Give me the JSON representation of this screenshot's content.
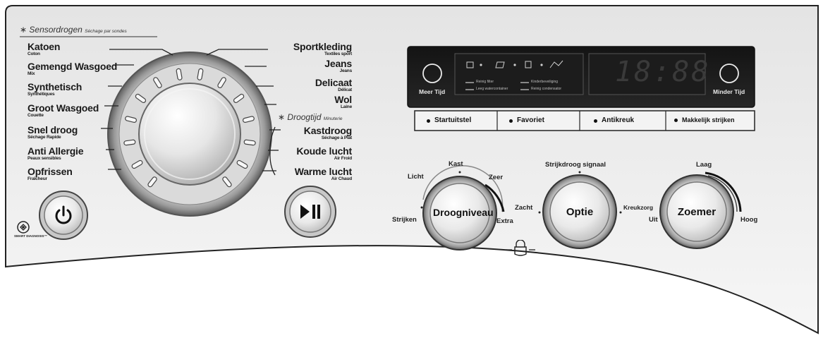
{
  "program_dial": {
    "header": "Sensordrogen",
    "header_sub": "Séchage par sondes",
    "header_star": "∗",
    "timed_header": "Droogtijd",
    "timed_header_sub": "Minuterie",
    "timed_header_star": "∗",
    "programs_left": [
      {
        "label": "Katoen",
        "sub": "Coton"
      },
      {
        "label": "Gemengd Wasgoed",
        "sub": "Mix"
      },
      {
        "label": "Synthetisch",
        "sub": "Synthétiques"
      },
      {
        "label": "Groot Wasgoed",
        "sub": "Couette"
      },
      {
        "label": "Snel droog",
        "sub": "Séchage Rapide"
      },
      {
        "label": "Anti Allergie",
        "sub": "Peaux sensibles"
      },
      {
        "label": "Opfrissen",
        "sub": "Fraîcheur"
      }
    ],
    "programs_right": [
      {
        "label": "Sportkleding",
        "sub": "Textiles sport"
      },
      {
        "label": "Jeans",
        "sub": "Jeans"
      },
      {
        "label": "Delicaat",
        "sub": "Délicat"
      },
      {
        "label": "Wol",
        "sub": "Laine"
      },
      {
        "label": "Kastdroog",
        "sub": "Séchage à Plat"
      },
      {
        "label": "Koude lucht",
        "sub": "Air Froid"
      },
      {
        "label": "Warme lucht",
        "sub": "Air Chaud"
      }
    ]
  },
  "power_button": {
    "icon": "power-icon"
  },
  "smart_diagnosis": {
    "label": "SMART DIAGNOSIS™",
    "icon": "smart-diagnosis-icon"
  },
  "start_pause_button": {
    "icon": "play-pause-icon"
  },
  "display": {
    "more_time_label": "Meer Tijd",
    "less_time_label": "Minder Tijd",
    "time": "18:88",
    "indicators": [
      "Reinig filter",
      "Kinderbeveiliging",
      "Leeg watercontainer",
      "Reinig condensator"
    ]
  },
  "function_buttons": [
    "Startuitstel",
    "Favoriet",
    "Antikreuk",
    "Makkelijk strijken"
  ],
  "dry_level_knob": {
    "label": "Droogniveau",
    "levels": [
      "Strijken",
      "Licht",
      "Kast",
      "Zeer",
      "Extra"
    ]
  },
  "option_knob": {
    "label": "Optie",
    "top": "Strijkdroog signaal",
    "left": "Zacht",
    "right": "Kreukzorg"
  },
  "buzzer_knob": {
    "label": "Zoemer",
    "top": "Laag",
    "left": "Uit",
    "right": "Hoog"
  },
  "child_lock_icon": "child-lock-icon"
}
